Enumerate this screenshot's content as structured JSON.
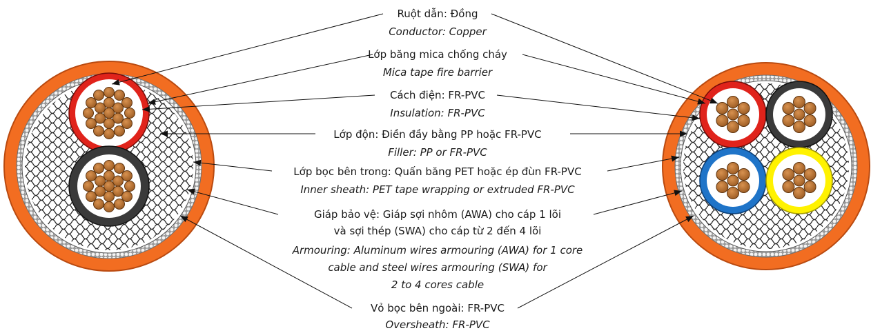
{
  "colors": {
    "outer_sheath": "#f26d21",
    "armour": "#cfcfcf",
    "inner_sheath": "#ffffff",
    "filler": "#ffffff",
    "filler_pattern": "#222222",
    "copper": "#b8702e",
    "mica_red": "#e0231b",
    "insulation_black": "#3a3a3a",
    "insulation_blue": "#1f74c8",
    "insulation_yellow": "#fff200",
    "text": "#1a1a1a"
  },
  "labels": {
    "conductor": {
      "vi": [
        "Ruột dẫn: Đồng"
      ],
      "en": [
        "Conductor: Copper"
      ]
    },
    "mica": {
      "vi": [
        "Lớp băng mica chống cháy"
      ],
      "en": [
        "Mica tape fire barrier"
      ]
    },
    "insulation": {
      "vi": [
        "Cách điện: FR-PVC"
      ],
      "en": [
        "Insulation: FR-PVC"
      ]
    },
    "filler": {
      "vi": [
        "Lớp độn: Điền đầy bằng PP hoặc FR-PVC"
      ],
      "en": [
        "Filler: PP or FR-PVC"
      ]
    },
    "inner_sheath": {
      "vi": [
        "Lớp bọc bên trong: Quấn băng PET hoặc ép đùn FR-PVC"
      ],
      "en": [
        "Inner sheath: PET tape wrapping or extruded FR-PVC"
      ]
    },
    "armour": {
      "vi": [
        "Giáp bảo vệ: Giáp sợi nhôm (AWA) cho cáp 1 lõi",
        "và sợi thép (SWA) cho cáp từ 2 đến 4 lõi"
      ],
      "en": [
        "Armouring: Aluminum wires armouring (AWA) for 1 core",
        "cable and steel wires armouring (SWA) for",
        "2 to 4 cores cable"
      ]
    },
    "oversheath": {
      "vi": [
        "Vỏ bọc bên ngoài: FR-PVC"
      ],
      "en": [
        "Oversheath: FR-PVC"
      ]
    }
  },
  "icons": {
    "left_cable": "two-core-cable-cross-section-icon",
    "right_cable": "four-core-cable-cross-section-icon"
  }
}
